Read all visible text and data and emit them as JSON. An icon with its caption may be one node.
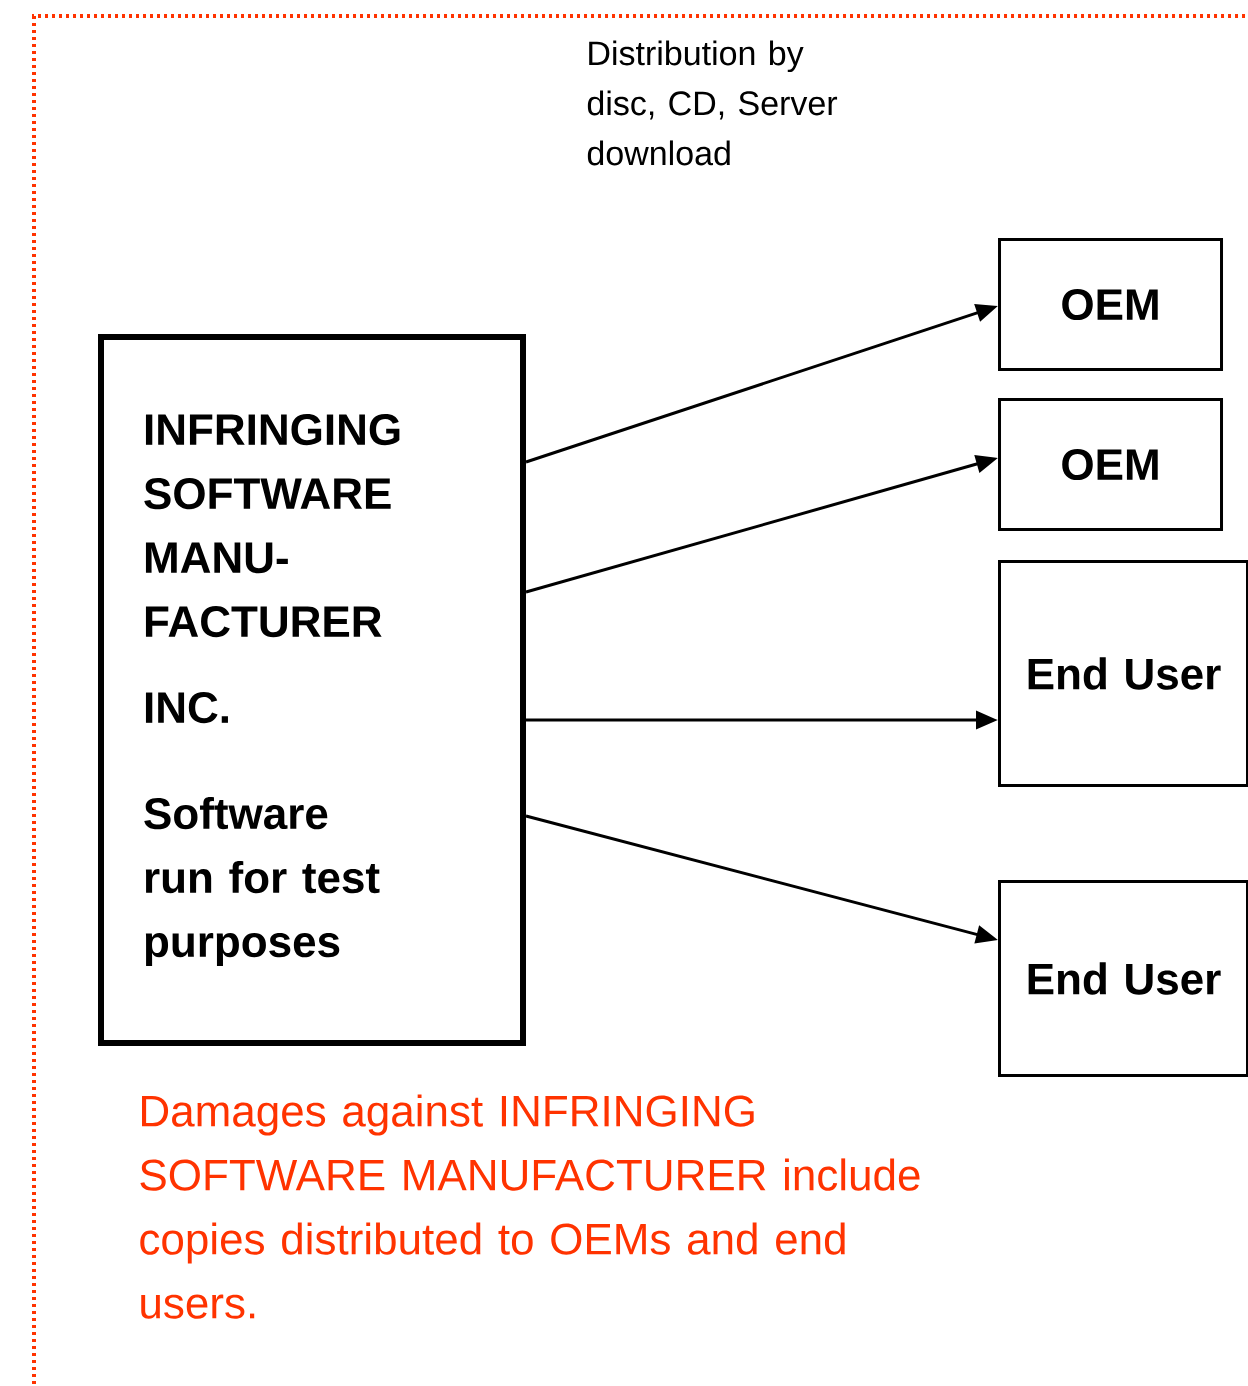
{
  "diagram": {
    "nodes": [
      {
        "text": [
          "INFRINGING SOFTWARE MANU- FACTURER",
          "INC.",
          "Software run for test purposes"
        ]
      },
      {
        "text": [
          "OEM"
        ]
      },
      {
        "text": [
          "OEM"
        ]
      },
      {
        "text": [
          "End User"
        ]
      },
      {
        "text": [
          "End User"
        ]
      }
    ],
    "edges": [
      {
        "from": 0,
        "to": 1,
        "arrow": "to"
      },
      {
        "from": 0,
        "to": 2,
        "arrow": "to"
      },
      {
        "from": 0,
        "to": 3,
        "arrow": "to"
      },
      {
        "from": 0,
        "to": 4,
        "arrow": "to"
      }
    ],
    "labels": [
      "Distribution by disc, CD, Server download",
      "Damages against INFRINGING SOFTWARE MANUFACTURER include copies distributed to OEMs and end users."
    ]
  }
}
